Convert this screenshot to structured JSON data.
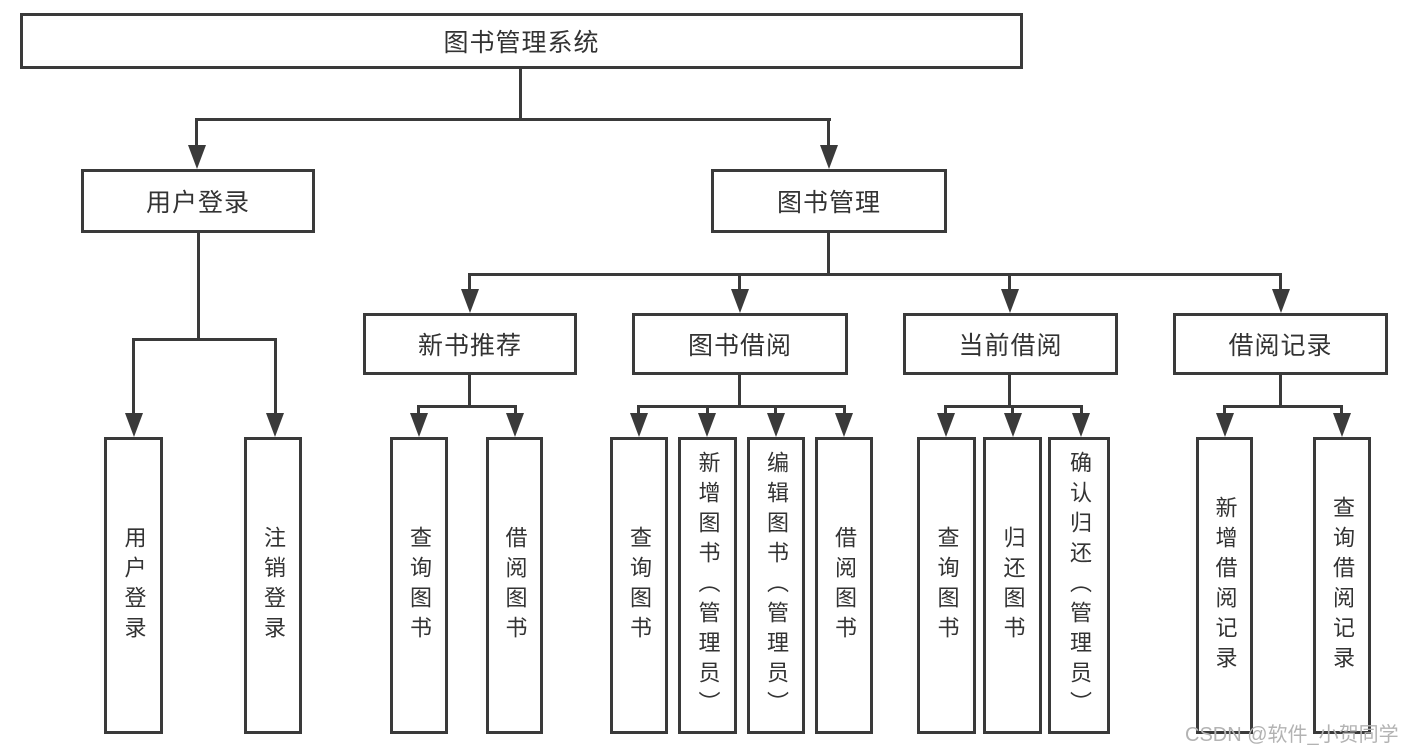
{
  "diagram": {
    "root": {
      "label": "图书管理系统"
    },
    "branches": [
      {
        "label": "用户登录",
        "children": [
          {
            "label": "用户登录"
          },
          {
            "label": "注销登录"
          }
        ]
      },
      {
        "label": "图书管理",
        "children": [
          {
            "label": "新书推荐",
            "children": [
              {
                "label": "查询图书"
              },
              {
                "label": "借阅图书"
              }
            ]
          },
          {
            "label": "图书借阅",
            "children": [
              {
                "label": "查询图书"
              },
              {
                "label": "新增图书（管理员）"
              },
              {
                "label": "编辑图书（管理员）"
              },
              {
                "label": "借阅图书"
              }
            ]
          },
          {
            "label": "当前借阅",
            "children": [
              {
                "label": "查询图书"
              },
              {
                "label": "归还图书"
              },
              {
                "label": "确认归还（管理员）"
              }
            ]
          },
          {
            "label": "借阅记录",
            "children": [
              {
                "label": "新增借阅记录"
              },
              {
                "label": "查询借阅记录"
              }
            ]
          }
        ]
      }
    ]
  },
  "watermark": {
    "text": "CSDN @软件_小贺同学"
  },
  "colors": {
    "line": "#3a3a3a",
    "text": "#333333",
    "watermark": "#b3b3b3",
    "background": "#ffffff"
  }
}
